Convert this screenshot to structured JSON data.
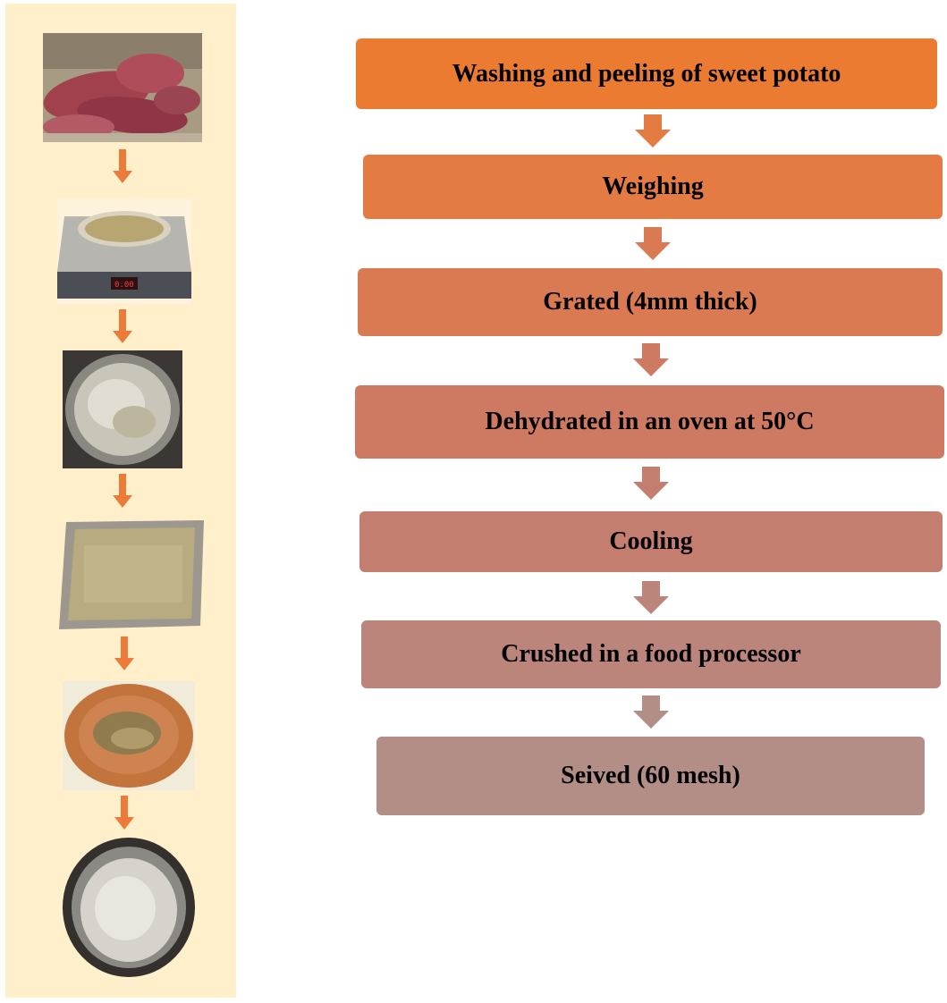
{
  "steps": [
    {
      "label": "Washing and peeling of sweet potato",
      "color": "#ec7b32"
    },
    {
      "label": "Weighing",
      "color": "#e37b43"
    },
    {
      "label": "Grated (4mm thick)",
      "color": "#da7a53"
    },
    {
      "label": "Dehydrated in an oven at 50°C",
      "color": "#ce7a62"
    },
    {
      "label": "Cooling",
      "color": "#c47e6f"
    },
    {
      "label": "Crushed in a food processor",
      "color": "#bb857b"
    },
    {
      "label": "Seived (60 mesh)",
      "color": "#b38e86"
    }
  ],
  "photos": [
    {
      "icon": "sweet-potato-photo"
    },
    {
      "icon": "weighing-scale-photo"
    },
    {
      "icon": "grated-potato-bowl-photo"
    },
    {
      "icon": "drying-tray-photo"
    },
    {
      "icon": "dried-flakes-plate-photo"
    },
    {
      "icon": "flour-bowl-photo"
    }
  ],
  "accent_color": "#ec7b3a",
  "panel_color": "#fff0cb"
}
